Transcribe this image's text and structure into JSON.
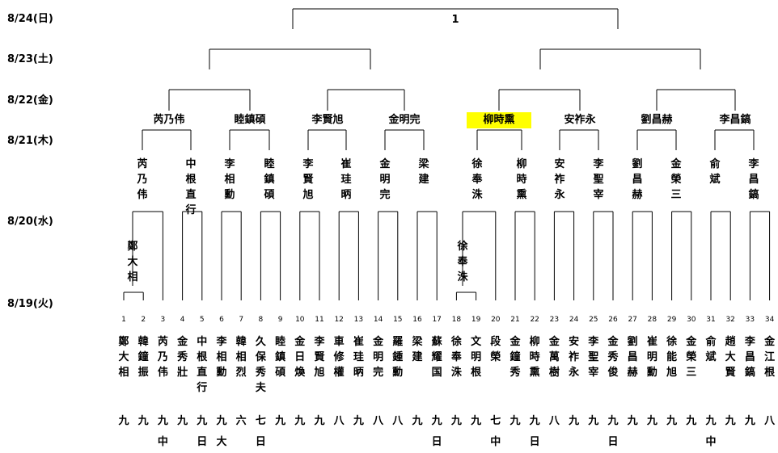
{
  "dates": [
    "8/24(日)",
    "8/23(土)",
    "8/22(金)",
    "8/21(木)",
    "8/20(水)",
    "8/19(火)"
  ],
  "final_label": "1",
  "slot_numbers": [
    "1",
    "2",
    "3",
    "4",
    "5",
    "6",
    "7",
    "8",
    "9",
    "10",
    "11",
    "12",
    "13",
    "14",
    "15",
    "16",
    "17",
    "18",
    "19",
    "20",
    "21",
    "22",
    "23",
    "24",
    "25",
    "26",
    "27",
    "28",
    "29",
    "30",
    "31",
    "32",
    "33",
    "34"
  ],
  "players": [
    {
      "name": "鄭\n大\n相",
      "grade": "九"
    },
    {
      "name": "韓\n鐘\n振",
      "grade": "九"
    },
    {
      "name": "芮\n乃\n伟",
      "grade": "九\n中"
    },
    {
      "name": "金\n秀\n壯",
      "grade": "九"
    },
    {
      "name": "中\n根\n直\n行",
      "grade": "九\n日"
    },
    {
      "name": "李\n相\n勳",
      "grade": "九\n大"
    },
    {
      "name": "韓\n相\n烈",
      "grade": "六"
    },
    {
      "name": "久\n保\n秀\n夫",
      "grade": "七\n日"
    },
    {
      "name": "睦\n鎮\n碩",
      "grade": "九"
    },
    {
      "name": "金\n日\n煥",
      "grade": "九"
    },
    {
      "name": "李\n賢\n旭",
      "grade": "九"
    },
    {
      "name": "車\n修\n權",
      "grade": "八"
    },
    {
      "name": "崔\n珪\n昞",
      "grade": "九"
    },
    {
      "name": "金\n明\n完",
      "grade": "八"
    },
    {
      "name": "羅\n鍾\n勳",
      "grade": "八"
    },
    {
      "name": "梁\n建",
      "grade": "九"
    },
    {
      "name": "蘇\n耀\n国",
      "grade": "九\n日"
    },
    {
      "name": "徐\n奉\n洙",
      "grade": "九"
    },
    {
      "name": "文\n明\n根",
      "grade": "九"
    },
    {
      "name": "段\n榮",
      "grade": "七\n中"
    },
    {
      "name": "金\n鐘\n秀",
      "grade": "九"
    },
    {
      "name": "柳\n時\n熏",
      "grade": "九\n日"
    },
    {
      "name": "金\n萬\n樹",
      "grade": "八"
    },
    {
      "name": "安\n祚\n永",
      "grade": "九"
    },
    {
      "name": "李\n聖\n宰",
      "grade": "九"
    },
    {
      "name": "金\n秀\n俊",
      "grade": "九\n日"
    },
    {
      "name": "劉\n昌\n赫",
      "grade": "九"
    },
    {
      "name": "崔\n明\n勳",
      "grade": "九"
    },
    {
      "name": "徐\n能\n旭",
      "grade": "九"
    },
    {
      "name": "金\n榮\n三",
      "grade": "九"
    },
    {
      "name": "俞\n斌",
      "grade": "九\n中"
    },
    {
      "name": "趙\n大\n賢",
      "grade": "九"
    },
    {
      "name": "李\n昌\n鎬",
      "grade": "九"
    },
    {
      "name": "金\n江\n根",
      "grade": "八"
    }
  ],
  "round1_winner": "鄭\n大\n相",
  "round1_winner_18": "徐\n奉\n洙",
  "round16_names": [
    "芮\n乃\n伟",
    "中\n根\n直\n行",
    "李\n相\n勳",
    "睦\n鎮\n碩",
    "李\n賢\n旭",
    "崔\n珪\n昞",
    "金\n明\n完",
    "梁\n建",
    "徐\n奉\n洙",
    "柳\n時\n熏",
    "安\n祚\n永",
    "李\n聖\n宰",
    "劉\n昌\n赫",
    "金\n榮\n三",
    "俞\n斌",
    "李\n昌\n鎬"
  ],
  "qf_names": [
    "芮乃伟",
    "睦鎮碩",
    "李賢旭",
    "金明完",
    "柳時熏",
    "安祚永",
    "劉昌赫",
    "李昌鎬"
  ],
  "highlight_color": "#ffff00"
}
